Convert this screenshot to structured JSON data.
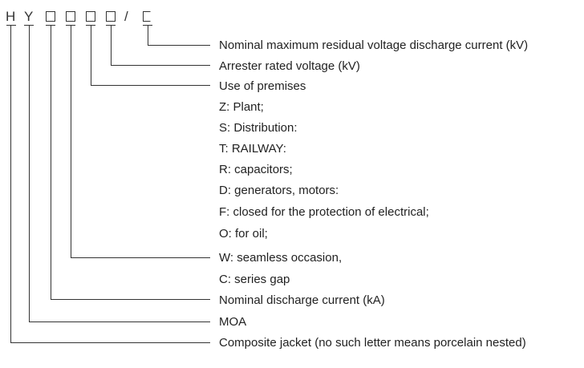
{
  "code": {
    "letters": [
      "H",
      "Y"
    ],
    "slash": "/"
  },
  "descriptions": [
    "Nominal maximum residual voltage discharge current (kV)",
    "Arrester rated voltage (kV)",
    "Use of premises",
    "Z: Plant;",
    "S: Distribution:",
    "T: RAILWAY:",
    "R: capacitors;",
    "D: generators, motors:",
    "F: closed for the protection of electrical;",
    "O: for oil;",
    "W: seamless occasion,",
    "C: series gap",
    "Nominal discharge current (kA)",
    "MOA",
    "Composite jacket (no such letter means porcelain nested)"
  ]
}
